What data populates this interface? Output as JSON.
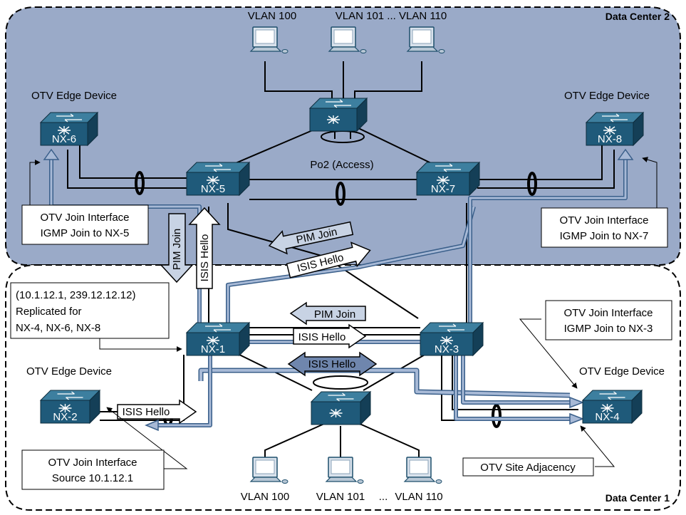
{
  "data_centers": {
    "dc2": "Data Center 2",
    "dc1": "Data Center 1"
  },
  "vlans_top": [
    "VLAN 100",
    "VLAN 101 ... VLAN 110"
  ],
  "vlans_bottom": [
    "VLAN 100",
    "VLAN 101",
    "...",
    "VLAN 110"
  ],
  "devices": [
    "NX-1",
    "NX-2",
    "NX-3",
    "NX-4",
    "NX-5",
    "NX-6",
    "NX-7",
    "NX-8"
  ],
  "edge_device_label": "OTV Edge Device",
  "po2_label": "Po2 (Access)",
  "callouts": {
    "nx6_join": [
      "OTV Join Interface",
      "IGMP Join to NX-5"
    ],
    "nx8_join": [
      "OTV Join Interface",
      "IGMP Join to NX-7"
    ],
    "replicated": [
      "(10.1.12.1, 239.12.12.12)",
      "Replicated for",
      "NX-4, NX-6, NX-8"
    ],
    "nx4_join": [
      "OTV Join Interface",
      "IGMP Join to NX-3"
    ],
    "nx2_join": [
      "OTV Join Interface",
      "Source 10.1.12.1"
    ],
    "site_adjacency": "OTV Site Adjacency"
  },
  "messages": {
    "pim_join": "PIM Join",
    "isis_hello": "ISIS Hello"
  },
  "colors": {
    "dc2_fill": "#9aaac8",
    "switch_front": "#1f5a7a",
    "switch_top": "#3d7f9f",
    "pim_arrow": "#c8d3e4",
    "isis_dark": "#6f86ad",
    "isis_path": "#a7b9d6"
  }
}
